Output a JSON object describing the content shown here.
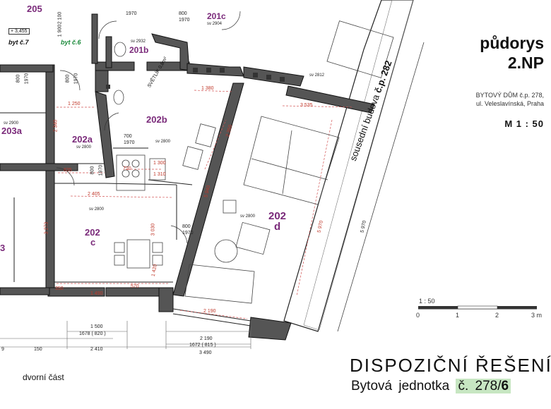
{
  "header": {
    "title_line1": "půdorys",
    "title_line2": "2.NP",
    "address_line1": "BYTOVÝ DŮM  č.p. 278,",
    "address_line2": "ul. Veleslavínská, Praha",
    "scale": "M  1 : 50"
  },
  "neighbor": {
    "label_prefix": "sousední budova ",
    "label_number": "č.p. 282"
  },
  "scale_bar": {
    "label": "1 : 50",
    "ticks": [
      "0",
      "1",
      "2",
      "3 m"
    ]
  },
  "rooms": {
    "r205": "205",
    "r201c": "201c",
    "r201c_sv": "sv 2904",
    "r201b": "201b",
    "r201b_sv": "sv 2932",
    "r203a": "203a",
    "r203a_sv": "sv 2900",
    "r202a": "202a",
    "r202a_sv": "sv 2800",
    "r202b": "202b",
    "r202b_sv": "sv 2800",
    "r202c_a": "202",
    "r202c_b": "c",
    "r202c_sv": "sv 2800",
    "r202d_a": "202",
    "r202d_b": "d",
    "r202d_sv": "sv 2800",
    "r3": "3",
    "sv2812": "sv 2812"
  },
  "labels": {
    "byt7": "byt č.7",
    "byt6": "byt č.6",
    "level": "+ 3,455",
    "svetlik": "SVĚTLÍK 0,8m²",
    "courtyard": "dvorní část"
  },
  "dimensions": {
    "d2100": "2 100",
    "d1900": "1 900",
    "d1970a": "1970",
    "d800a": "800",
    "d1970b": "1970",
    "d800b": "800",
    "d1970c": "1970",
    "d1250": "1 250",
    "d1380": "1 380",
    "d3535": "3 535",
    "d2340": "2 340",
    "d700": "700",
    "d1970d": "1970",
    "d1300": "1 300",
    "d720": "720",
    "d1310": "1 310",
    "d835": "835",
    "d800c": "800",
    "d1970e": "1970",
    "d2405": "2 405",
    "d5940": "5 940",
    "d3273": "3 273",
    "d3030": "3 030",
    "d800d": "800",
    "d1970f": "1970",
    "d5970a": "5 970",
    "d5970b": "5 970",
    "d2350": "2 350",
    "d350": "350",
    "d1490": "1 490",
    "d570": "570",
    "d1420": "1 420",
    "d2190a": "2 190",
    "d1500": "1 500",
    "d1678": "1678 ( 820 )",
    "d2190b": "2 190",
    "d1672": "1672 ( 815 )",
    "d3490": "3 490",
    "d9": "9",
    "d150": "150",
    "d2410": "2 410",
    "d1970top": "1970",
    "d800top": "800"
  },
  "footer": {
    "title": "DISPOZIČNÍ   ŘEŠENÍ",
    "sub_prefix": "Bytová  jednotka",
    "unit_prefix": "č. 278/",
    "unit_number": "6"
  }
}
